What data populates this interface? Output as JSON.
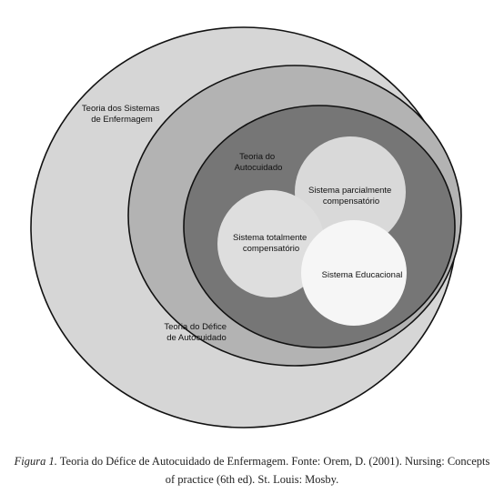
{
  "diagram": {
    "outer": {
      "label_line1": "Teoria dos Sistemas",
      "label_line2": "de Enfermagem",
      "fill": "#d6d6d6"
    },
    "middle": {
      "label_line1": "Teoria do Défice",
      "label_line2": "de Autocuidado",
      "fill": "#b3b3b3"
    },
    "inner": {
      "label_line1": "Teoria do",
      "label_line2": "Autocuidado",
      "fill": "#767676"
    },
    "systems": {
      "partial_line1": "Sistema parcialmente",
      "partial_line2": "compensatório",
      "partial_fill": "#d9d9d9",
      "total_line1": "Sistema totalmente",
      "total_line2": "compensatório",
      "total_fill": "#dedede",
      "educational_label": "Sistema Educacional",
      "educational_fill": "#f6f6f6"
    }
  },
  "caption": {
    "figure_label": "Figura 1.",
    "text": " Teoria do Défice de Autocuidado de Enfermagem. Fonte: Orem, D. (2001). Nursing: Concepts of practice (6th ed). St. Louis: Mosby."
  }
}
